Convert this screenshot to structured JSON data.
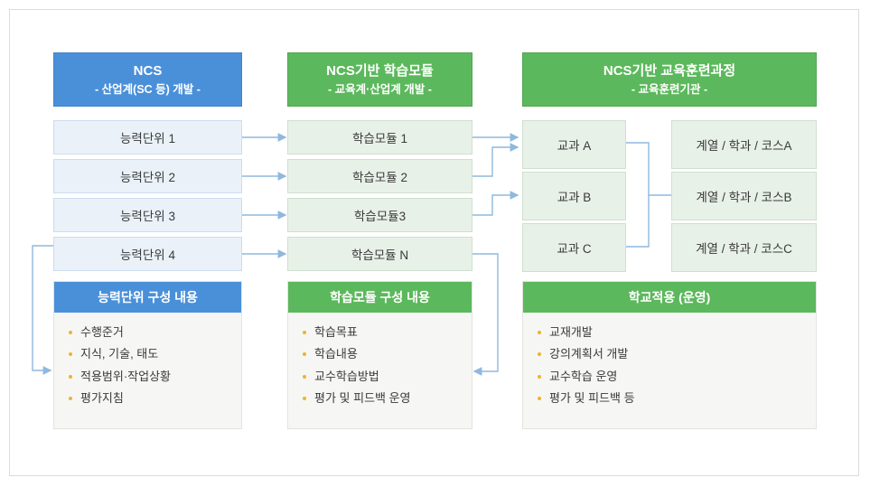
{
  "diagram": {
    "title_colors": {
      "blue": "#4a90d9",
      "green": "#5cb85c",
      "blue_fill": "#eaf1f9",
      "green_fill": "#e8f1e8",
      "bullet": "#f0b429",
      "connector": "#8fb8dd",
      "frame_border": "#dcdcdc"
    },
    "columns": [
      {
        "key": "ncs",
        "header": {
          "title": "NCS",
          "subtitle": "- 산업계(SC 등) 개발 -",
          "accent": "blue"
        },
        "items": [
          {
            "label": "능력단위 1"
          },
          {
            "label": "능력단위 2"
          },
          {
            "label": "능력단위 3"
          },
          {
            "label": "능력단위 4"
          }
        ],
        "panel": {
          "title": "능력단위 구성 내용",
          "accent": "blue",
          "bullets": [
            "수행준거",
            "지식, 기술, 태도",
            "적용범위·작업상황",
            "평가지침"
          ]
        }
      },
      {
        "key": "module",
        "header": {
          "title": "NCS기반 학습모듈",
          "subtitle": "- 교육계·산업계 개발 -",
          "accent": "green"
        },
        "items": [
          {
            "label": "학습모듈 1"
          },
          {
            "label": "학습모듈 2"
          },
          {
            "label": "학습모듈3"
          },
          {
            "label": "학습모듈 N"
          }
        ],
        "panel": {
          "title": "학습모듈 구성 내용",
          "accent": "green",
          "bullets": [
            "학습목표",
            "학습내용",
            "교수학습방법",
            "평가 및 피드백 운영"
          ]
        }
      },
      {
        "key": "course",
        "header": {
          "title": "NCS기반 교육훈련과정",
          "subtitle": "- 교육훈련기관 -",
          "accent": "green"
        },
        "subjects": [
          {
            "label": "교과 A"
          },
          {
            "label": "교과 B"
          },
          {
            "label": "교과 C"
          }
        ],
        "tracks": [
          {
            "label": "계열 / 학과 / 코스A"
          },
          {
            "label": "계열 / 학과 / 코스B"
          },
          {
            "label": "계열 / 학과 / 코스C"
          }
        ],
        "panel": {
          "title": "학교적용 (운영)",
          "accent": "green",
          "bullets": [
            "교재개발",
            "강의계획서 개발",
            "교수학습 운영",
            "평가 및 피드백 등"
          ]
        }
      }
    ]
  }
}
